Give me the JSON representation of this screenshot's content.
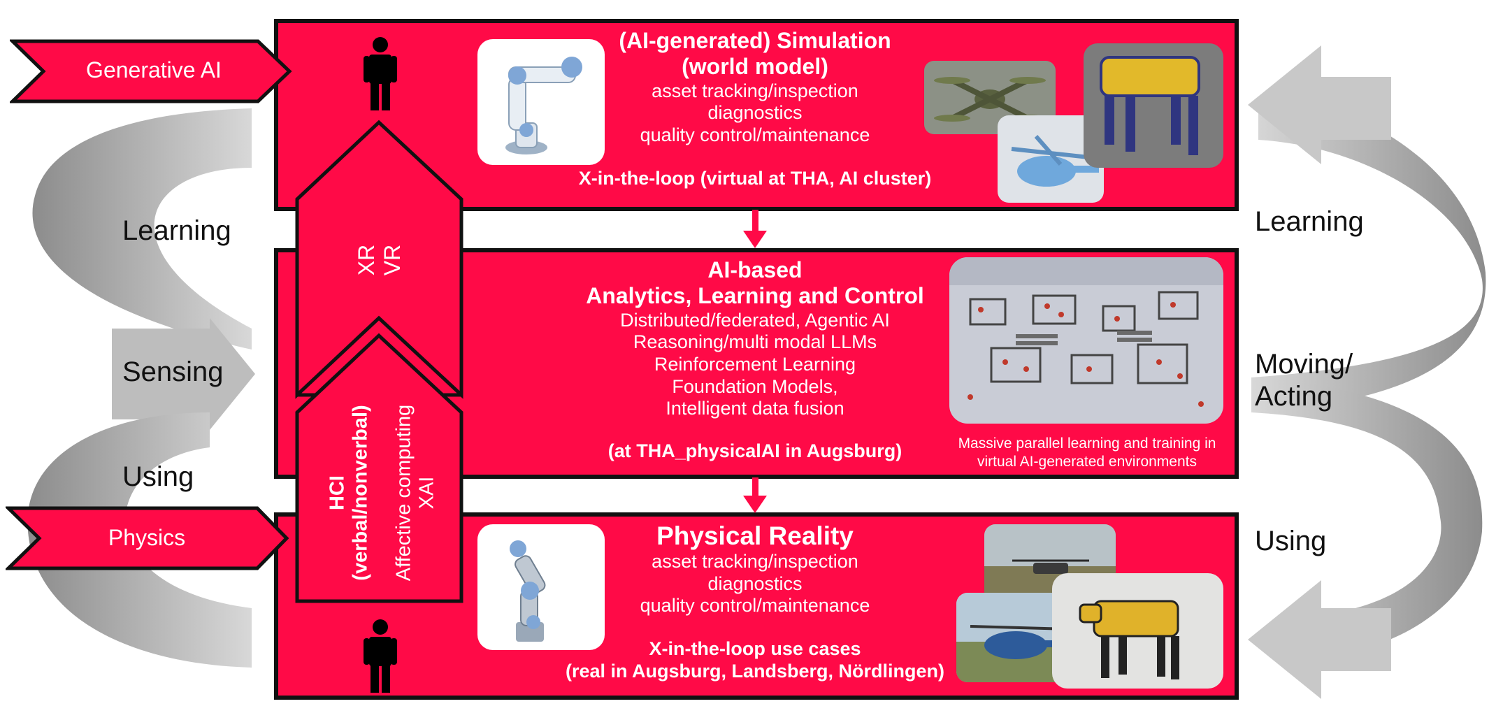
{
  "sources": {
    "generative_ai": "Generative AI",
    "physics": "Physics"
  },
  "left_loop": {
    "learning": "Learning",
    "sensing": "Sensing",
    "using": "Using"
  },
  "right_loop": {
    "learning": "Learning",
    "moving_line1": "Moving/",
    "moving_line2": "Acting",
    "using": "Using"
  },
  "simulation": {
    "title_line1": "(AI-generated) Simulation",
    "title_line2": "(world model)",
    "items": [
      "asset tracking/inspection",
      "diagnostics",
      "quality control/maintenance"
    ],
    "footer": "X-in-the-loop (virtual at THA, AI cluster)"
  },
  "analytics": {
    "title_line1": "AI-based",
    "title_line2": "Analytics, Learning and Control",
    "items": [
      "Distributed/federated, Agentic AI",
      "Reasoning/multi modal LLMs",
      "Reinforcement Learning",
      "Foundation Models,",
      "Intelligent data fusion"
    ],
    "footer": "(at THA_physicalAI in Augsburg)",
    "caption_line1": "Massive parallel learning and training in",
    "caption_line2": "virtual AI-generated environments"
  },
  "physical": {
    "title": "Physical Reality",
    "items": [
      "asset tracking/inspection",
      "diagnostics",
      "quality control/maintenance"
    ],
    "footer_line1": "X-in-the-loop use cases",
    "footer_line2": "(real in Augsburg, Landsberg, Nördlingen)"
  },
  "interfaces": {
    "xr_vr_line1": "XR",
    "xr_vr_line2": "VR",
    "hci_line1": "HCI",
    "hci_line2": "(verbal/nonverbal)",
    "affective_line1": "Affective computing",
    "affective_line2": "XAI"
  },
  "colors": {
    "band": "#ff0a47",
    "outline": "#111111",
    "loop_arrow_light": "#cfcfcf",
    "loop_arrow_dark": "#8c8c8c"
  }
}
